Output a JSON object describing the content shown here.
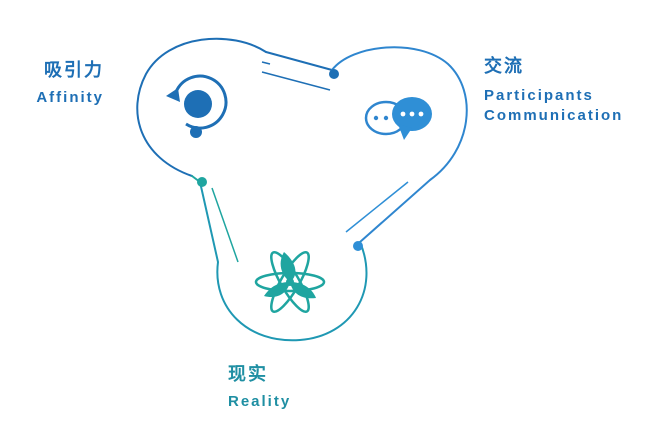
{
  "nodes": [
    {
      "id": "affinity",
      "title_zh": "吸引力",
      "title_en": "Affinity",
      "icon": "refresh-cycle-icon",
      "color": "#1e6fb5"
    },
    {
      "id": "communication",
      "title_zh": "交流",
      "title_en_line1": "Participants",
      "title_en_line2": "Communication",
      "icon": "chat-bubbles-icon",
      "color": "#2f8fd6"
    },
    {
      "id": "reality",
      "title_zh": "现实",
      "title_en": "Reality",
      "icon": "atom-icon",
      "color": "#1f9fa5"
    }
  ],
  "colors": {
    "primary": "#1e6fb5",
    "secondary": "#3a9ad9",
    "teal": "#1fa5a0"
  }
}
